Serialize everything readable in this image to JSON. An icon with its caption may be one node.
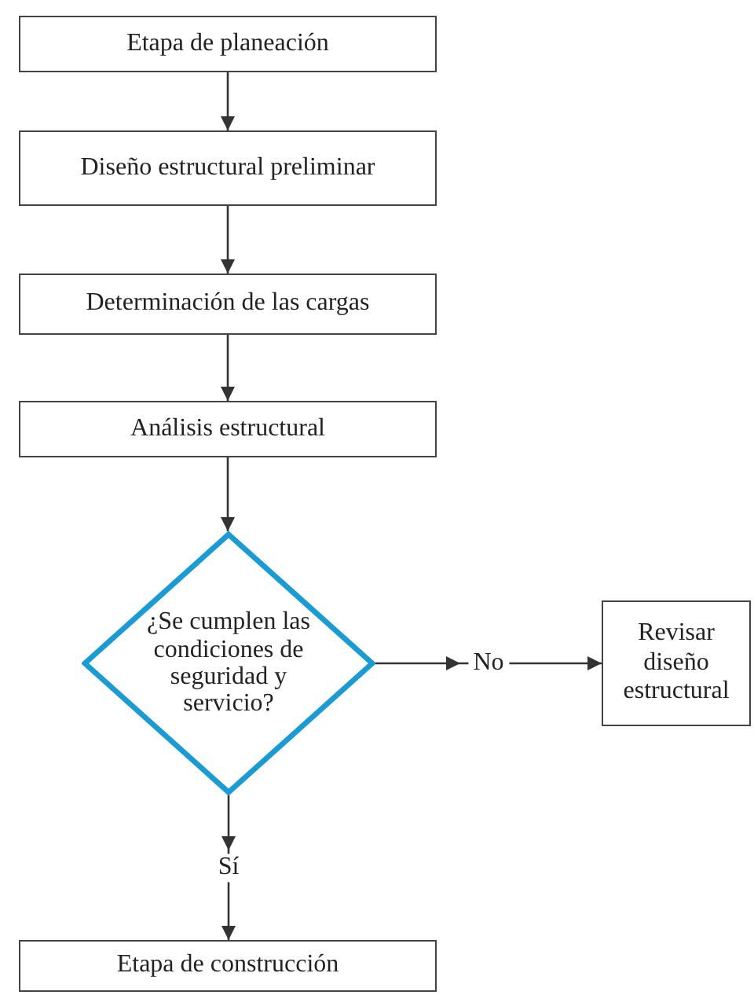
{
  "diagram": {
    "nodes": [
      {
        "text": [
          "Etapa de planeación"
        ]
      },
      {
        "text": [
          "Diseño estructural preliminar"
        ]
      },
      {
        "text": [
          "Determinación de las cargas"
        ]
      },
      {
        "text": [
          "Análisis estructural"
        ]
      },
      {
        "text": [
          "¿Se cumplen las condiciones de seguridad y servicio?"
        ]
      },
      {
        "text": [
          "Revisar diseño estructural"
        ]
      },
      {
        "text": [
          "Etapa de construcción"
        ]
      }
    ],
    "edges": [
      {
        "from": 0,
        "to": 1,
        "arrow": "to"
      },
      {
        "from": 1,
        "to": 2,
        "arrow": "to"
      },
      {
        "from": 2,
        "to": 3,
        "arrow": "to"
      },
      {
        "from": 3,
        "to": 4,
        "arrow": "to"
      },
      {
        "from": 4,
        "to": 5,
        "arrow": "to",
        "label": "No"
      },
      {
        "from": 4,
        "to": 6,
        "arrow": "to",
        "label": "Sí"
      }
    ]
  }
}
